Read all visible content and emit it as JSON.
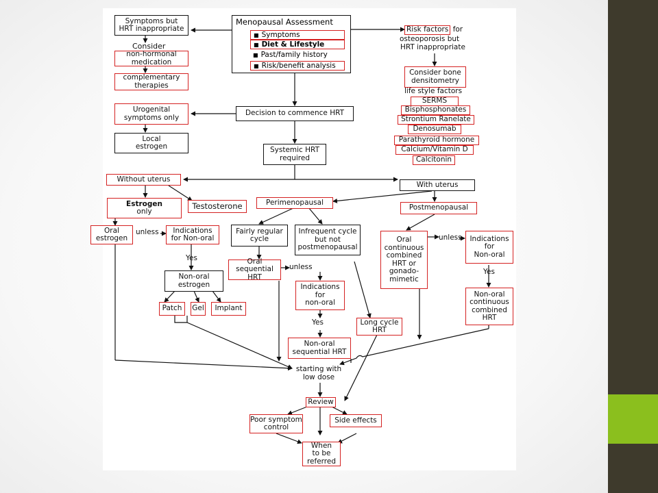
{
  "colors": {
    "accent_green": "#8bbf1e",
    "side_bar": "#3e3a2c",
    "box_red": "#d42020",
    "box_black": "#111111"
  },
  "nodes": {
    "symptoms_hrt_inappropriate": "Symptoms but\nHRT inappropriate",
    "consider": "Consider",
    "non_hormonal_medication": "non-hormonal\nmedication",
    "complementary_therapies": "complementary\ntherapies",
    "urogenital_symptoms_only": "Urogenital\nsymptoms only",
    "local_estrogen": "Local\nestrogen",
    "decision_to_commence_hrt": "Decision to commence HRT",
    "systemic_hrt_required": "Systemic HRT\nrequired",
    "without_uterus": "Without uterus",
    "with_uterus": "With uterus",
    "estrogen_only_1": "Estrogen",
    "estrogen_only_2": "only",
    "testosterone": "Testosterone",
    "perimenopausal": "Perimenopausal",
    "postmenopausal": "Postmenopausal",
    "oral_estrogen": "Oral\nestrogen",
    "unless_1": "unless",
    "indications_for_non_oral_1": "Indications\nfor Non-oral",
    "yes_1": "Yes",
    "non_oral_estrogen": "Non-oral\nestrogen",
    "patch": "Patch",
    "gel": "Gel",
    "implant": "Implant",
    "fairly_regular_cycle": "Fairly regular\ncycle",
    "infrequent_cycle": "Infrequent cycle\nbut not\npostmenopausal",
    "oral_sequential_hrt": "Oral sequential\nHRT",
    "unless_2": "unless",
    "indications_for_non_oral_2": "Indications\nfor\nnon-oral",
    "yes_2": "Yes",
    "non_oral_sequential_hrt": "Non-oral\nsequential HRT",
    "long_cycle_hrt": "Long cycle\nHRT",
    "oral_continuous_combined": "Oral\ncontinuous\ncombined\nHRT or\ngonado-\nmimetic",
    "unless_3": "unless",
    "indications_for_non_oral_3": "Indications\nfor\nNon-oral",
    "yes_3": "Yes",
    "non_oral_continuous_combined": "Non-oral\ncontinuous\ncombined\nHRT",
    "starting_with_low_dose": "starting with\nlow dose",
    "review": "Review",
    "poor_symptom_control": "Poor symptom\ncontrol",
    "side_effects": "Side effects",
    "when_to_be_referred": "When\nto be\nreferred"
  },
  "assessment": {
    "title": "Menopausal Assessment",
    "items": [
      "Symptoms",
      "Diet & Lifestyle",
      "Past/family history",
      "Risk/benefit analysis"
    ]
  },
  "osteo": {
    "risk_factors": "Risk factors",
    "for": "for",
    "line2": "osteoporosis but",
    "line3": "HRT inappropriate",
    "consider_bone": "Consider bone\ndensitometry",
    "lifestyle": "life style factors",
    "therapies": [
      "SERMS",
      "Bisphosphonates",
      "Strontium Ranelate",
      "Denosumab",
      "Parathyroid hormone",
      "Calcium/Vitamin D",
      "Calcitonin"
    ]
  }
}
